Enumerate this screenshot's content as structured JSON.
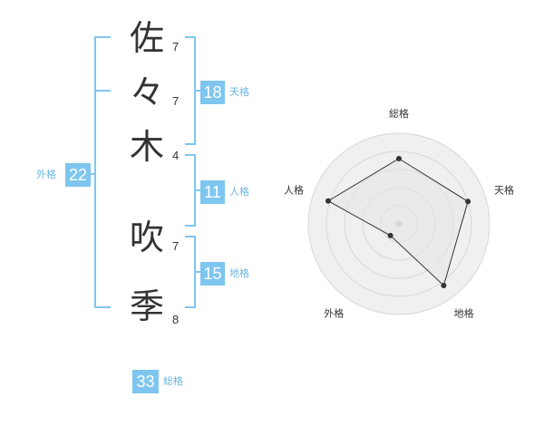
{
  "name": {
    "chars": [
      {
        "char": "佐",
        "strokes": "7"
      },
      {
        "char": "々",
        "strokes": "7"
      },
      {
        "char": "木",
        "strokes": "4"
      },
      {
        "char": "吹",
        "strokes": "7"
      },
      {
        "char": "季",
        "strokes": "8"
      }
    ]
  },
  "fortunes": {
    "tenkaku": {
      "label": "天格",
      "value": "18"
    },
    "jinkaku": {
      "label": "人格",
      "value": "11"
    },
    "chikaku": {
      "label": "地格",
      "value": "15"
    },
    "gaikaku": {
      "label": "外格",
      "value": "22"
    },
    "soukaku": {
      "label": "総格",
      "value": "33"
    }
  },
  "radar": {
    "axes": [
      "総格",
      "天格",
      "地格",
      "外格",
      "人格"
    ],
    "values": [
      3.6,
      4.0,
      4.2,
      0.8,
      4.1
    ],
    "max": 5,
    "rings": 5,
    "colors": {
      "ring": "#d8d8d8",
      "fill": "#f0f0f0",
      "line": "#333333",
      "center": "#cccccc"
    }
  }
}
